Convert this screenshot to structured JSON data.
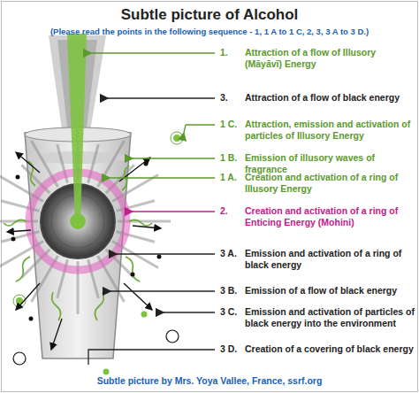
{
  "diagram": {
    "title": "Subtle picture of Alcohol",
    "caption": "Subtle picture by Mrs. Yoya Vallee, France, ssrf.org",
    "labels": [
      "(Please read the points in the following sequence - 1, 1 A to 1 C, 2, 3, 3 A to 3 D.)",
      "1.",
      "Attraction of a flow of Illusory (Māyāvī) Energy",
      "3.",
      "Attraction of a flow of black energy",
      "1 C.",
      "Attraction, emission and activation of particles of Illusory Energy",
      "1 B.",
      "Emission of illusory waves of fragrance",
      "1 A.",
      "Creation and activation of a ring of Illusory Energy",
      "2.",
      "Creation and activation of a ring of Enticing Energy (Mohini)",
      "3 A.",
      "Emission and activation of a ring of black energy",
      "3 B.",
      "Emission of a flow of black energy",
      "3 C.",
      "Emission and activation of particles of black energy into the environment",
      "3 D.",
      "Creation of a covering of black energy"
    ]
  }
}
